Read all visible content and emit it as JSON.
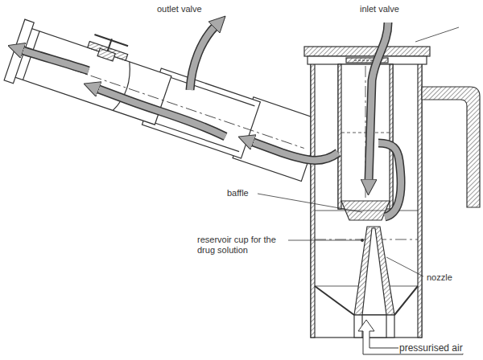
{
  "diagram": {
    "labels": [
      "outlet valve",
      "inlet valve",
      "baffle",
      "reservoir cup for the drug solution",
      "nozzle",
      "pressurised air"
    ]
  }
}
